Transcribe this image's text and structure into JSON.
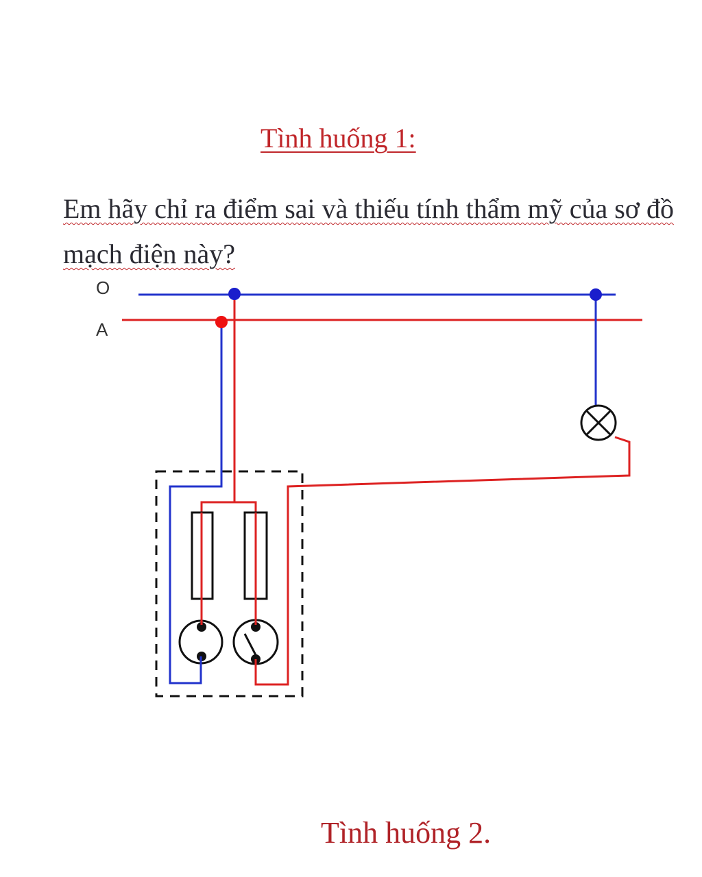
{
  "title1": "Tình huống 1:",
  "question": "Em hãy chỉ ra điểm sai và thiếu tính thẩm mỹ của sơ đồ mạch điện này?",
  "lines": {
    "neutral_label": "O",
    "phase_label": "A"
  },
  "colors": {
    "neutral": "#2233cc",
    "phase": "#dd2222",
    "title": "#c0262a",
    "dash_box": "#111111"
  },
  "title2": "Tình huống 2."
}
